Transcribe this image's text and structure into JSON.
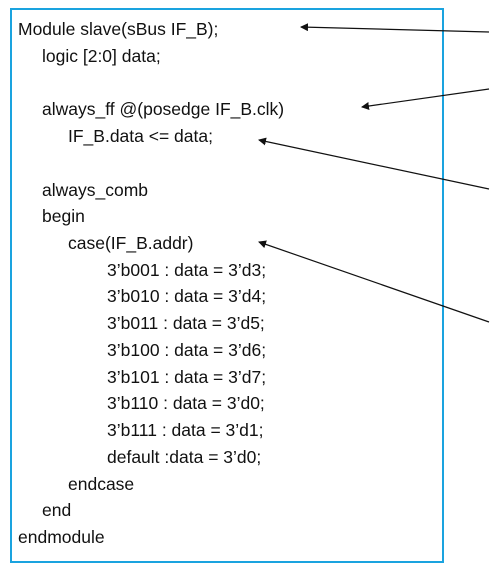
{
  "code": {
    "lines": [
      "Module slave(sBus IF_B);",
      "logic [2:0] data;",
      "",
      "always_ff @(posedge IF_B.clk)",
      "IF_B.data <= data;",
      "",
      "always_comb",
      "begin",
      "case(IF_B.addr)",
      "3’b001 : data = 3’d3;",
      "3’b010 : data = 3’d4;",
      "3’b011 : data = 3’d5;",
      "3’b100 : data = 3’d6;",
      "3’b101 : data = 3’d7;",
      "3’b110 : data = 3’d0;",
      "3’b111 : data = 3’d1;",
      "default :data = 3’d0;",
      "endcase",
      "end",
      "endmodule"
    ]
  },
  "colors": {
    "border": "#1aa3df",
    "text": "#111111",
    "arrow": "#111111"
  }
}
